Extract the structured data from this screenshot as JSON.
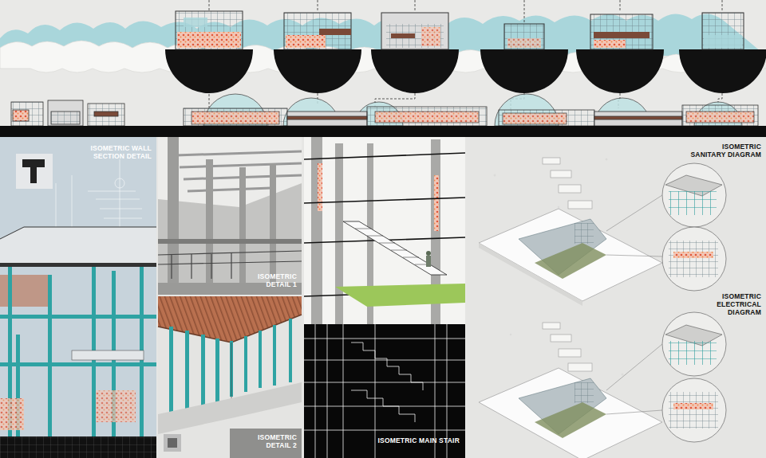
{
  "diagram": {
    "labels": [
      "ISOMETRIC WALL SECTION DETAIL",
      "ISOMETRIC DETAIL 1",
      "ISOMETRIC DETAIL 2",
      "ISOMETRIC MAIN STAIR",
      "ISOMETRIC SANITARY DIAGRAM",
      "ISOMETRIC ELECTRICAL DIAGRAM"
    ]
  }
}
